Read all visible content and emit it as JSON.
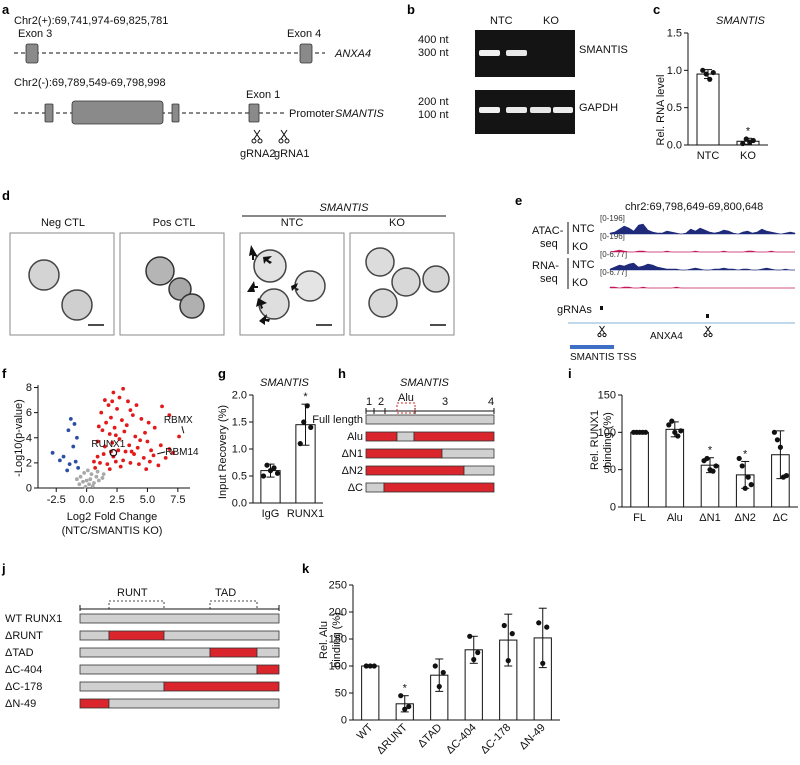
{
  "panels": {
    "a": {
      "label": "a",
      "anxa4_coord": "Chr2(+):69,741,974-69,825,781",
      "exon3": "Exon 3",
      "exon4": "Exon 4",
      "anxa4_name": "ANXA4",
      "smantis_coord": "Chr2(-):69,789,549-69,798,998",
      "exon1": "Exon 1",
      "promoter": "Promoter",
      "smantis_name": "SMANTIS",
      "grna2": "gRNA2",
      "grna1": "gRNA1"
    },
    "b": {
      "label": "b",
      "lane_ntc": "NTC",
      "lane_ko": "KO",
      "m400": "400 nt",
      "m300": "300 nt",
      "m200": "200 nt",
      "m100": "100 nt",
      "band1": "SMANTIS",
      "band2": "GAPDH"
    },
    "c": {
      "label": "c",
      "title": "SMANTIS",
      "ylabel": "Rel. RNA level",
      "sig": "*"
    },
    "d": {
      "label": "d",
      "neg": "Neg CTL",
      "pos": "Pos CTL",
      "group": "SMANTIS",
      "ntc": "NTC",
      "ko": "KO"
    },
    "e": {
      "label": "e",
      "coord": "chr2:69,798,649-69,800,648",
      "atac": "ATAC-",
      "atac2": "seq",
      "rna": "RNA-",
      "rna2": "seq",
      "ntc": "NTC",
      "ko": "KO",
      "range1": "[0-196]",
      "range2": "[0-196]",
      "range3": "[0-6.77]",
      "range4": "[0-6.77]",
      "grnas": "gRNAs",
      "anxa4": "ANXA4",
      "tss": "SMANTIS TSS",
      "ntc_color": "#1f2a7a",
      "ko_color": "#c2185b"
    },
    "f": {
      "label": "f",
      "ylabel": "-Log10(p-value)",
      "xlabel": "Log2 Fold Change",
      "xlabel2": "(NTC/SMANTIS KO)",
      "ann_rbmx": "RBMX",
      "ann_runx1": "RUNX1",
      "ann_rbm14": "RBM14",
      "up_color": "#e31a1c",
      "down_color": "#2b4fa3",
      "ns_color": "#a9a9a9"
    },
    "g": {
      "label": "g",
      "title": "SMANTIS",
      "ylabel": "Input Recovery (%)",
      "sig": "*"
    },
    "h": {
      "label": "h",
      "title": "SMANTIS",
      "n1": "1",
      "n2": "2",
      "nalu": "Alu",
      "n3": "3",
      "n4": "4",
      "rows": [
        "Full length",
        "Alu",
        "ΔN1",
        "ΔN2",
        "ΔC"
      ]
    },
    "i": {
      "label": "i",
      "ylabel": "Rel. RUNX1",
      "ylabel2": "binding (%)",
      "sig": "*"
    },
    "j": {
      "label": "j",
      "runt": "RUNT",
      "tad": "TAD",
      "rows": [
        "WT RUNX1",
        "ΔRUNT",
        "ΔTAD",
        "ΔC-404",
        "ΔC-178",
        "ΔN-49"
      ]
    },
    "k": {
      "label": "k",
      "ylabel": "Rel. Alu",
      "ylabel2": "binding (%)",
      "sig": "*"
    }
  },
  "chart_data": [
    {
      "id": "c",
      "type": "bar",
      "title": "SMANTIS",
      "ylabel": "Rel. RNA level",
      "categories": [
        "NTC",
        "KO"
      ],
      "values": [
        0.95,
        0.05
      ],
      "errors": [
        0.06,
        0.04
      ],
      "points": [
        [
          1.0,
          0.95,
          0.88,
          0.97
        ],
        [
          0.02,
          0.08,
          0.04,
          0.06
        ]
      ],
      "ylim": [
        0,
        1.5
      ],
      "yticks": [
        0.0,
        0.5,
        1.0,
        1.5
      ]
    },
    {
      "id": "g",
      "type": "bar",
      "title": "SMANTIS",
      "ylabel": "Input Recovery (%)",
      "categories": [
        "IgG",
        "RUNX1"
      ],
      "values": [
        0.6,
        1.45
      ],
      "errors": [
        0.12,
        0.38
      ],
      "points": [
        [
          0.5,
          0.7,
          0.6,
          0.65,
          0.55
        ],
        [
          1.1,
          1.5,
          1.8,
          1.4
        ]
      ],
      "ylim": [
        0,
        2.0
      ],
      "yticks": [
        0.0,
        0.5,
        1.0,
        1.5,
        2.0
      ]
    },
    {
      "id": "i",
      "type": "bar",
      "ylabel": "Rel. RUNX1 binding (%)",
      "categories": [
        "FL",
        "Alu",
        "ΔN1",
        "ΔN2",
        "ΔC"
      ],
      "values": [
        100,
        104,
        56,
        43,
        70
      ],
      "errors": [
        0,
        10,
        10,
        18,
        32
      ],
      "points": [
        [
          100,
          100,
          100,
          100,
          100
        ],
        [
          110,
          115,
          100,
          95,
          102
        ],
        [
          62,
          65,
          50,
          48,
          55
        ],
        [
          65,
          55,
          25,
          40,
          30
        ],
        [
          100,
          90,
          80,
          40,
          42
        ]
      ],
      "ylim": [
        0,
        150
      ],
      "yticks": [
        0,
        50,
        100,
        150
      ]
    },
    {
      "id": "k",
      "type": "bar",
      "ylabel": "Rel. Alu binding (%)",
      "categories": [
        "WT",
        "ΔRUNT",
        "ΔTAD",
        "ΔC-404",
        "ΔC-178",
        "ΔN-49"
      ],
      "values": [
        100,
        30,
        83,
        130,
        148,
        152
      ],
      "errors": [
        0,
        15,
        30,
        25,
        48,
        55
      ],
      "points": [
        [
          100,
          100,
          100
        ],
        [
          45,
          20,
          25
        ],
        [
          100,
          62,
          88
        ],
        [
          155,
          112,
          125
        ],
        [
          175,
          110,
          160
        ],
        [
          180,
          105,
          172
        ]
      ],
      "ylim": [
        0,
        250
      ],
      "yticks": [
        0,
        50,
        100,
        150,
        200,
        250
      ]
    },
    {
      "id": "f",
      "type": "scatter",
      "xlabel": "Log2 Fold Change (NTC/SMANTIS KO)",
      "ylabel": "-Log10(p-value)",
      "xlim": [
        -4,
        8.5
      ],
      "ylim": [
        0,
        8.2
      ],
      "xticks": [
        -2.5,
        0.0,
        2.5,
        5.0,
        7.5
      ],
      "yticks": [
        0,
        2,
        4,
        6,
        8
      ],
      "series": [
        {
          "values": "up",
          "points": [
            [
              1.5,
              7.0
            ],
            [
              2.2,
              7.6
            ],
            [
              3.0,
              7.9
            ],
            [
              2.7,
              7.2
            ],
            [
              1.8,
              6.6
            ],
            [
              3.4,
              6.9
            ],
            [
              2.5,
              6.3
            ],
            [
              1.2,
              6.0
            ],
            [
              4.1,
              6.6
            ],
            [
              3.8,
              5.8
            ],
            [
              2.0,
              5.6
            ],
            [
              1.6,
              5.2
            ],
            [
              2.9,
              5.4
            ],
            [
              3.3,
              5.0
            ],
            [
              4.5,
              5.5
            ],
            [
              5.1,
              5.2
            ],
            [
              6.2,
              6.5
            ],
            [
              6.8,
              5.8
            ],
            [
              5.6,
              4.8
            ],
            [
              4.8,
              4.4
            ],
            [
              4.0,
              4.1
            ],
            [
              3.1,
              4.5
            ],
            [
              2.3,
              4.8
            ],
            [
              1.9,
              4.3
            ],
            [
              1.3,
              4.6
            ],
            [
              0.9,
              3.7
            ],
            [
              1.5,
              3.3
            ],
            [
              2.1,
              3.6
            ],
            [
              2.7,
              3.9
            ],
            [
              3.5,
              3.4
            ],
            [
              4.2,
              3.2
            ],
            [
              5.0,
              3.7
            ],
            [
              6.1,
              3.4
            ],
            [
              6.8,
              3.1
            ],
            [
              7.6,
              4.1
            ],
            [
              7.1,
              2.8
            ],
            [
              5.5,
              2.6
            ],
            [
              4.7,
              2.4
            ],
            [
              3.9,
              2.7
            ],
            [
              3.2,
              2.9
            ],
            [
              2.6,
              3.0
            ],
            [
              2.0,
              2.9
            ],
            [
              1.4,
              2.7
            ],
            [
              0.9,
              2.5
            ],
            [
              0.6,
              2.1
            ],
            [
              1.1,
              2.0
            ],
            [
              1.7,
              1.9
            ],
            [
              2.4,
              2.1
            ],
            [
              3.0,
              2.2
            ],
            [
              3.6,
              2.0
            ],
            [
              4.3,
              1.9
            ],
            [
              5.2,
              2.1
            ],
            [
              5.9,
              1.8
            ],
            [
              2.8,
              1.7
            ],
            [
              1.9,
              1.5
            ],
            [
              0.7,
              1.6
            ],
            [
              2.2,
              2.5
            ],
            [
              3.7,
              2.9
            ],
            [
              4.4,
              3.8
            ],
            [
              2.4,
              4.2
            ],
            [
              1.0,
              4.9
            ],
            [
              3.6,
              6.2
            ],
            [
              2.1,
              6.9
            ],
            [
              5.3,
              3.0
            ],
            [
              6.5,
              2.4
            ],
            [
              4.9,
              1.5
            ]
          ]
        },
        {
          "values": "down",
          "points": [
            [
              -1.3,
              5.5
            ],
            [
              -1.0,
              5.1
            ],
            [
              -1.5,
              4.6
            ],
            [
              -0.8,
              4.0
            ],
            [
              -1.1,
              3.3
            ],
            [
              -2.8,
              2.8
            ],
            [
              -1.9,
              2.5
            ],
            [
              -0.9,
              2.1
            ],
            [
              -1.4,
              1.9
            ],
            [
              -0.7,
              1.6
            ],
            [
              -2.2,
              2.2
            ],
            [
              -1.6,
              1.4
            ]
          ]
        },
        {
          "values": "ns",
          "points": [
            [
              0.1,
              1.4
            ],
            [
              0.4,
              1.1
            ],
            [
              -0.2,
              1.2
            ],
            [
              -0.5,
              0.9
            ],
            [
              0.3,
              0.7
            ],
            [
              0.8,
              0.9
            ],
            [
              -0.3,
              0.5
            ],
            [
              0.2,
              0.3
            ],
            [
              0.6,
              0.4
            ],
            [
              -0.6,
              0.3
            ],
            [
              1.0,
              0.6
            ],
            [
              1.3,
              0.8
            ],
            [
              0.5,
              0.15
            ],
            [
              -0.1,
              0.1
            ],
            [
              0.9,
              1.3
            ],
            [
              -0.8,
              0.7
            ],
            [
              1.4,
              1.1
            ],
            [
              0.0,
              0.6
            ]
          ]
        }
      ],
      "annotations": [
        {
          "text": "RBMX",
          "x": 7.5,
          "y": 4.2
        },
        {
          "text": "RUNX1",
          "x": 2.2,
          "y": 2.8
        },
        {
          "text": "RBM14",
          "x": 6.3,
          "y": 2.8
        }
      ]
    }
  ]
}
